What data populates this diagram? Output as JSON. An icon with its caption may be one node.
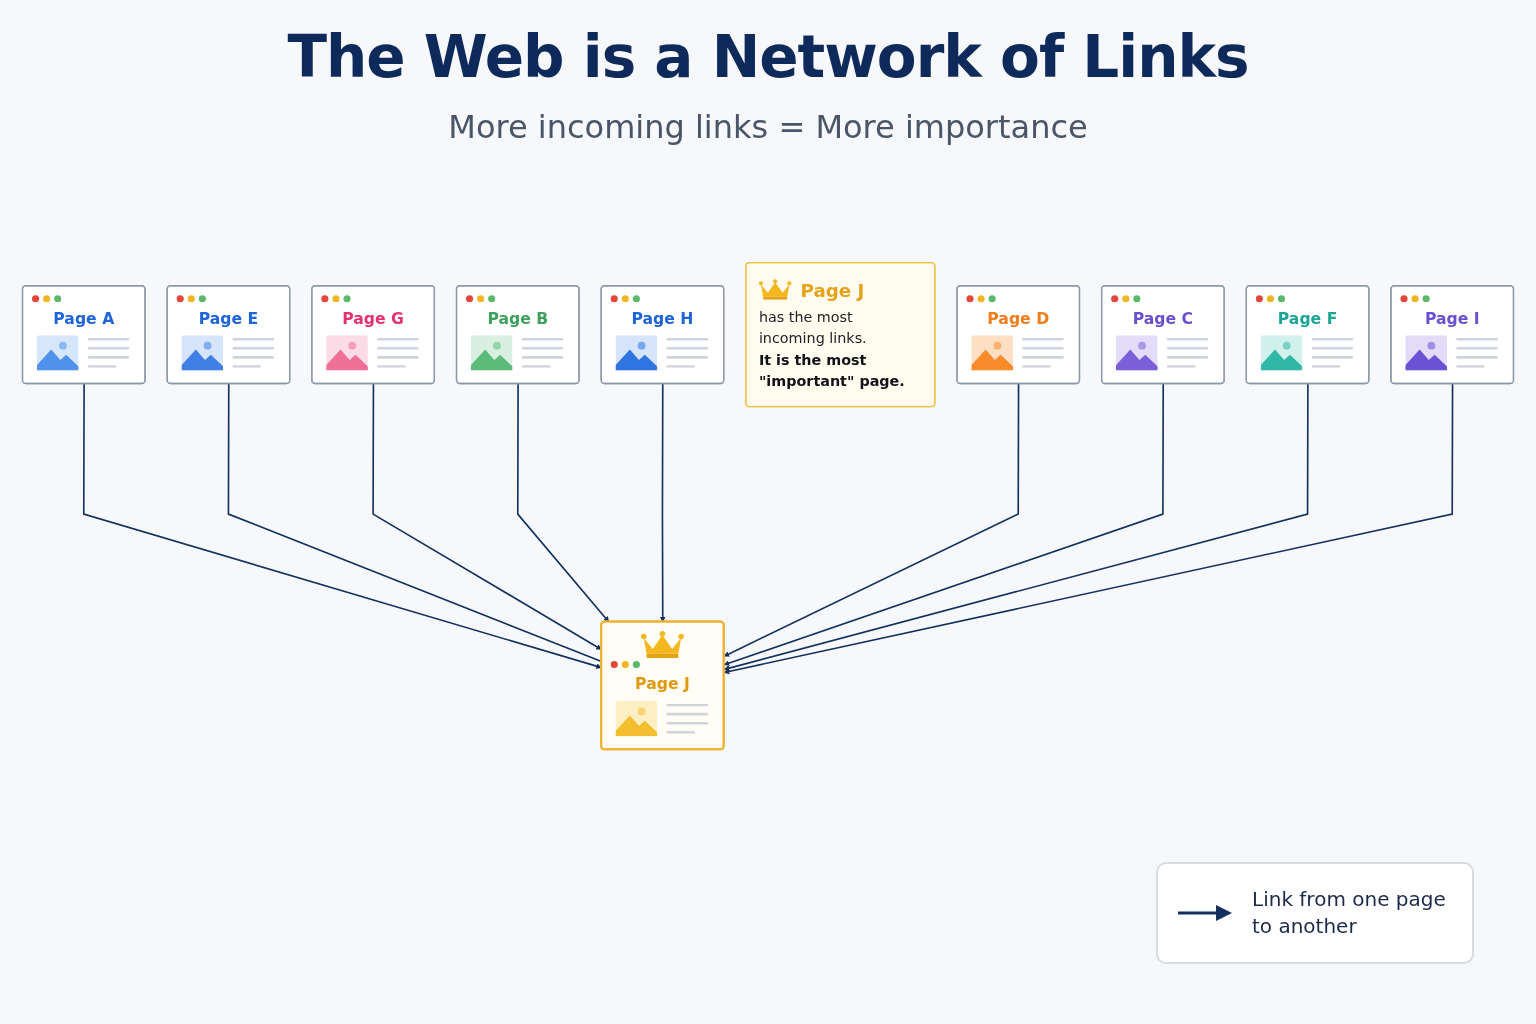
{
  "diagram": {
    "title": "The Web is a Network of Links",
    "nodes": [
      {
        "text": [
          "Page A"
        ]
      },
      {
        "text": [
          "Page E"
        ]
      },
      {
        "text": [
          "Page G"
        ]
      },
      {
        "text": [
          "Page B"
        ]
      },
      {
        "text": [
          "Page J"
        ]
      },
      {
        "text": [
          "Page H"
        ]
      },
      {
        "text": [
          "Page J",
          "has the most incoming links.",
          "It is the most \"important\" page."
        ]
      },
      {
        "text": [
          "Page D"
        ]
      },
      {
        "text": [
          "Page C"
        ]
      },
      {
        "text": [
          "Page F"
        ]
      },
      {
        "text": [
          "Page I"
        ]
      }
    ],
    "edges": [
      {
        "from": 0,
        "to": 4,
        "arrow": "to"
      },
      {
        "from": 1,
        "to": 4,
        "arrow": "none"
      },
      {
        "from": 2,
        "to": 4,
        "arrow": "to"
      },
      {
        "from": 3,
        "to": 4,
        "arrow": "to"
      },
      {
        "from": 5,
        "to": 4,
        "arrow": "to"
      },
      {
        "from": 7,
        "to": 4,
        "arrow": "to"
      },
      {
        "from": 8,
        "to": 4,
        "arrow": "to"
      },
      {
        "from": 9,
        "to": 4,
        "arrow": "to"
      },
      {
        "from": 10,
        "to": 4,
        "arrow": "to"
      }
    ],
    "labels": [
      "More incoming links = More importance"
    ],
    "legend": [
      {
        "text": "Link from one page to another"
      }
    ]
  }
}
